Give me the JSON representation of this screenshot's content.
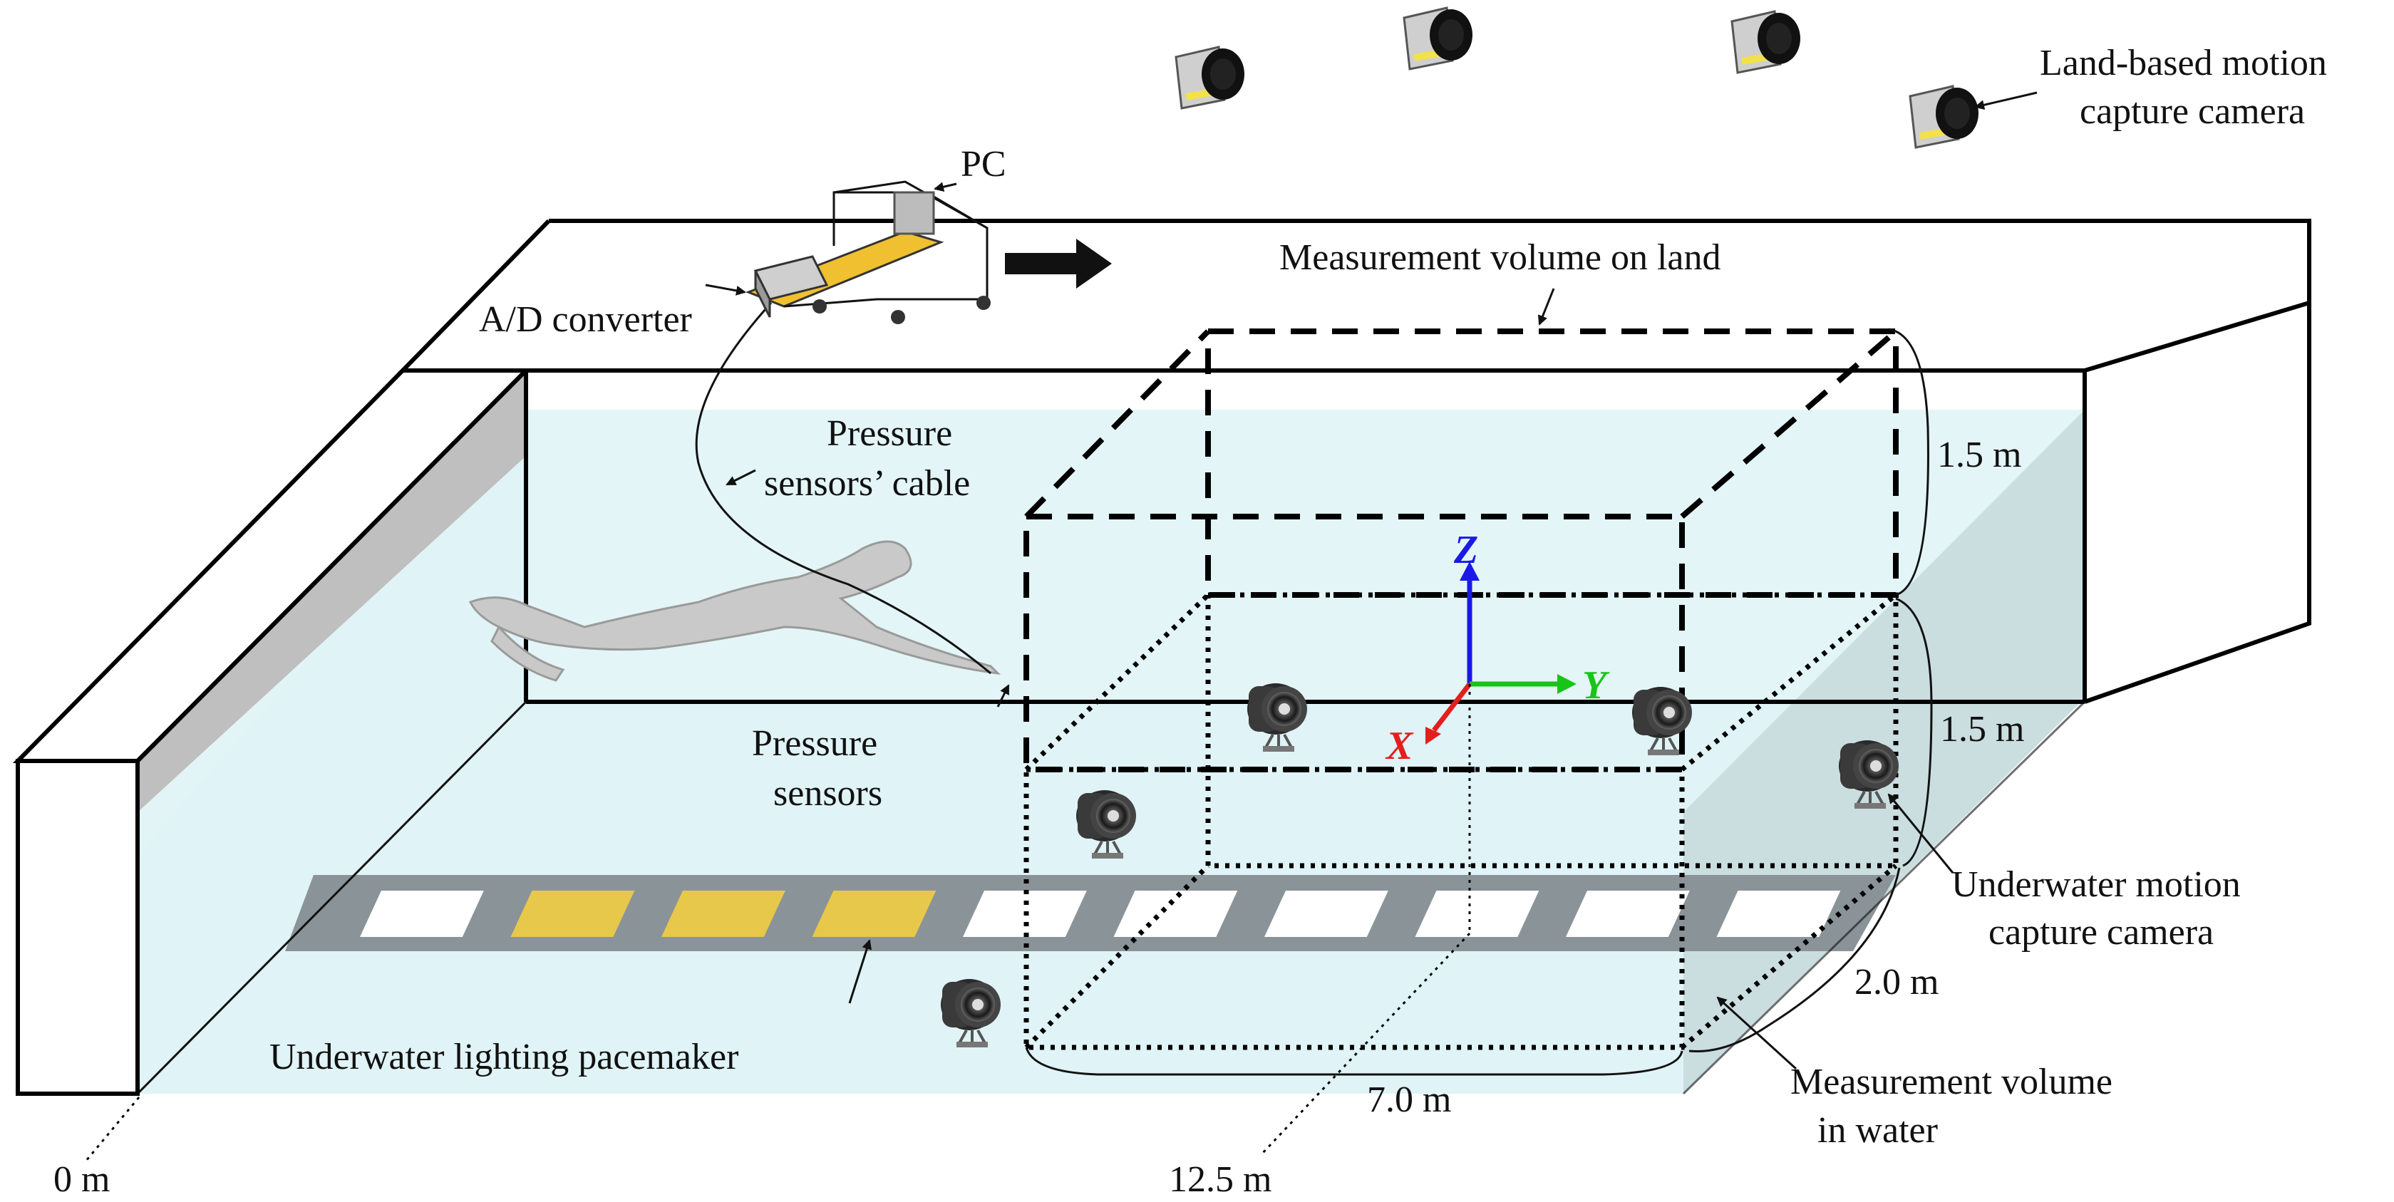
{
  "labels": {
    "land_camera": [
      "Land-based motion",
      "capture camera"
    ],
    "pc": "PC",
    "ad_converter": "A/D converter",
    "land_volume": "Measurement volume on land",
    "cable": [
      "Pressure",
      "sensors’ cable"
    ],
    "sensors": [
      "Pressure",
      "sensors"
    ],
    "underwater_camera": [
      "Underwater motion",
      "capture camera"
    ],
    "pacemaker": "Underwater lighting pacemaker",
    "water_volume": [
      "Measurement volume",
      "in water"
    ]
  },
  "dimensions": {
    "height_land": "1.5 m",
    "height_water": "1.5 m",
    "depth": "2.0 m",
    "length": "7.0 m"
  },
  "distances": {
    "start": "0 m",
    "center": "12.5 m"
  },
  "axes": {
    "x": "X",
    "y": "Y",
    "z": "Z"
  },
  "colors": {
    "water": "#e3f5f7",
    "pacemaker_on": "#e8c84a",
    "pacemaker_off": "#ffffff",
    "pacemaker_strip": "#8a9498",
    "axis_x": "#e41e1e",
    "axis_y": "#19c419",
    "axis_z": "#1a1ae6"
  },
  "pacemaker": {
    "tiles": 10,
    "lit": [
      2,
      3,
      4
    ]
  }
}
